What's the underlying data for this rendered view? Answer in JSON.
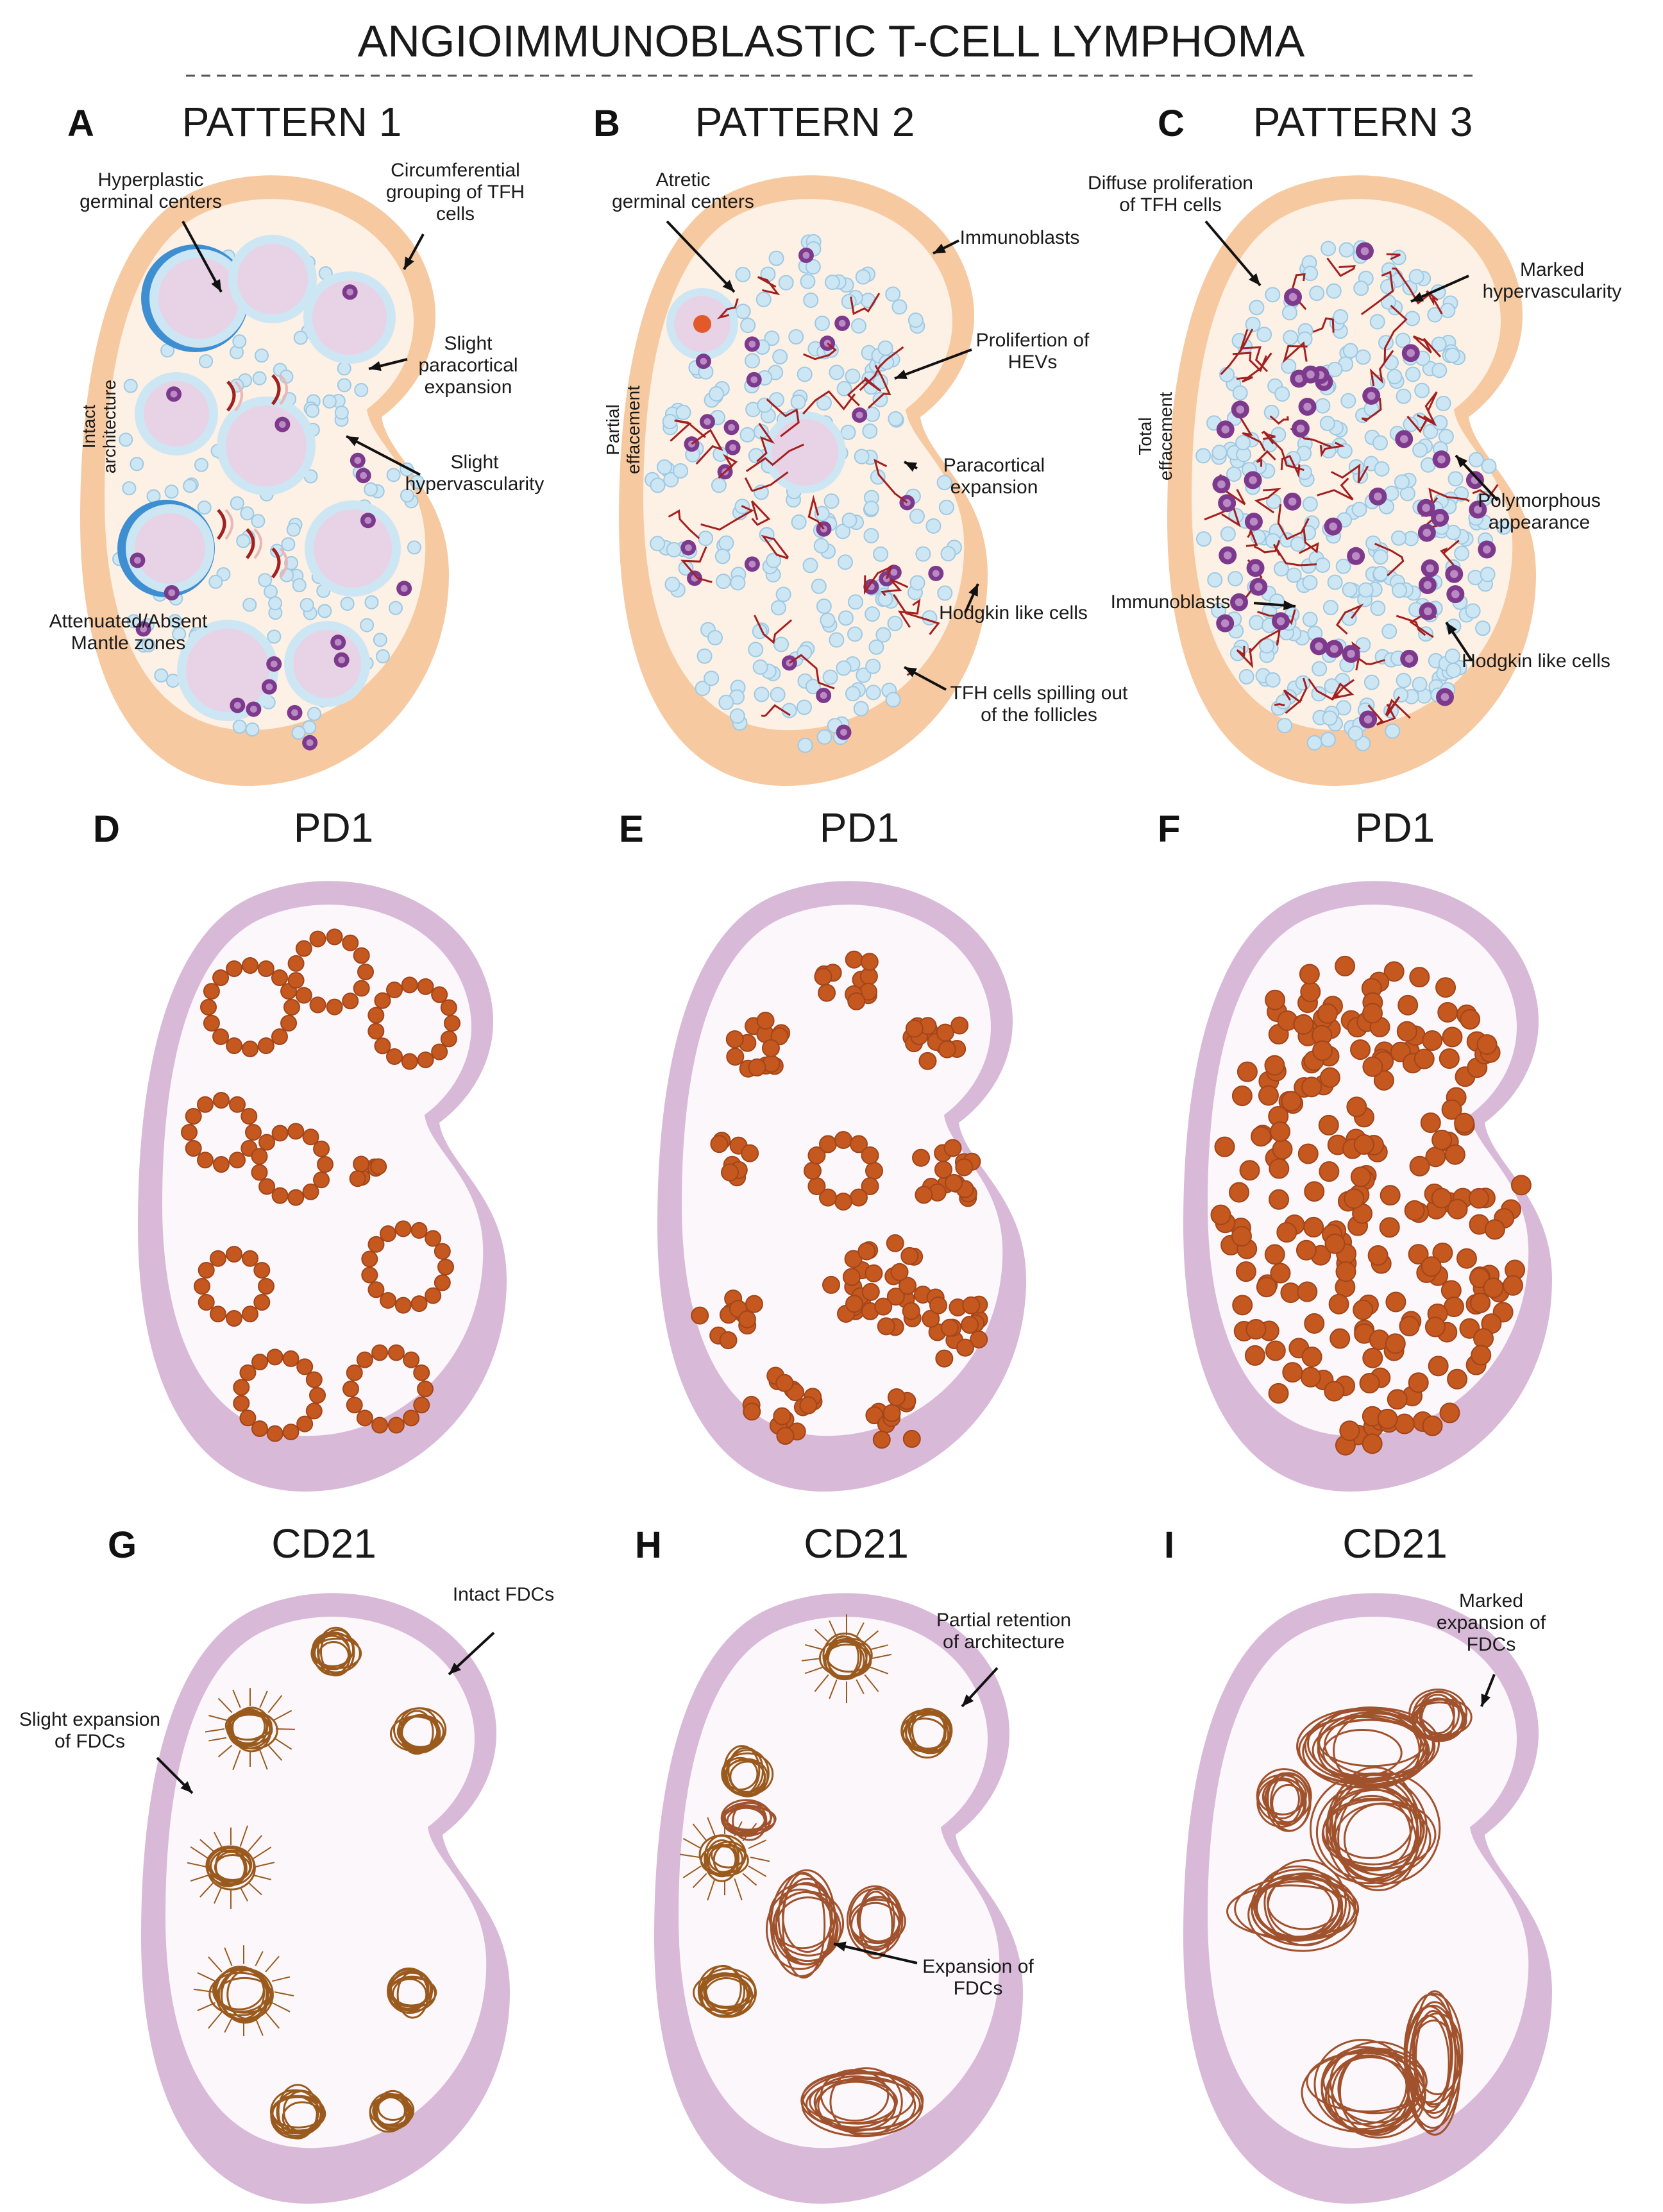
{
  "title": "ANGIOIMMUNOBLASTIC T-CELL LYMPHOMA",
  "colors": {
    "node_capsule_cream": "#f6c9a1",
    "node_fill_cream": "#fdf0e4",
    "node_capsule_lilac": "#d9b9d8",
    "node_fill_lilac": "#fbf7fb",
    "tfh_cell": "#cde6f4",
    "purple_cell": "#7d3a8c",
    "vessel_red": "#a32020",
    "pd1_dot": "#c4581f",
    "fdc_brown": "#9a5a1e",
    "mantle_blue": "#3d8fd1"
  },
  "panels": [
    {
      "letter": "A",
      "heading": "PATTERN 1",
      "side": "Intact architecture",
      "labels": {
        "l1": [
          "Hyperplastic",
          "germinal centers"
        ],
        "l2": [
          "Circumferential",
          "grouping of TFH",
          "cells"
        ],
        "l3": [
          "Slight",
          "paracortical",
          "expansion"
        ],
        "l4": [
          "Slight",
          "hypervascularity"
        ],
        "l5": [
          "Attenuated/Absent",
          "Mantle zones"
        ]
      }
    },
    {
      "letter": "B",
      "heading": "PATTERN 2",
      "side": "Partial effacement",
      "labels": {
        "l1": [
          "Atretic",
          "germinal centers"
        ],
        "l2": [
          "Immunoblasts"
        ],
        "l3": [
          "Prolifertion of",
          "HEVs"
        ],
        "l4": [
          "Paracortical",
          "expansion"
        ],
        "l5": [
          "Hodgkin like cells"
        ],
        "l6": [
          "TFH cells spilling out",
          "of the follicles"
        ]
      }
    },
    {
      "letter": "C",
      "heading": "PATTERN 3",
      "side": "Total effacement",
      "labels": {
        "l1": [
          "Diffuse proliferation",
          "of TFH cells"
        ],
        "l2": [
          "Marked",
          "hypervascularity"
        ],
        "l3": [
          "Polymorphous",
          "appearance"
        ],
        "l4": [
          "Immunoblasts"
        ],
        "l5": [
          "Hodgkin like cells"
        ]
      }
    },
    {
      "letter": "D",
      "heading": "PD1"
    },
    {
      "letter": "E",
      "heading": "PD1"
    },
    {
      "letter": "F",
      "heading": "PD1"
    },
    {
      "letter": "G",
      "heading": "CD21",
      "labels": {
        "l1": [
          "Intact FDCs"
        ],
        "l2": [
          "Slight expansion",
          "of FDCs"
        ]
      }
    },
    {
      "letter": "H",
      "heading": "CD21",
      "labels": {
        "l1": [
          "Partial retention",
          "of architecture"
        ],
        "l2": [
          "Expansion of",
          "FDCs"
        ]
      }
    },
    {
      "letter": "I",
      "heading": "CD21",
      "labels": {
        "l1": [
          "Marked",
          "expansion of",
          "FDCs"
        ]
      }
    }
  ]
}
